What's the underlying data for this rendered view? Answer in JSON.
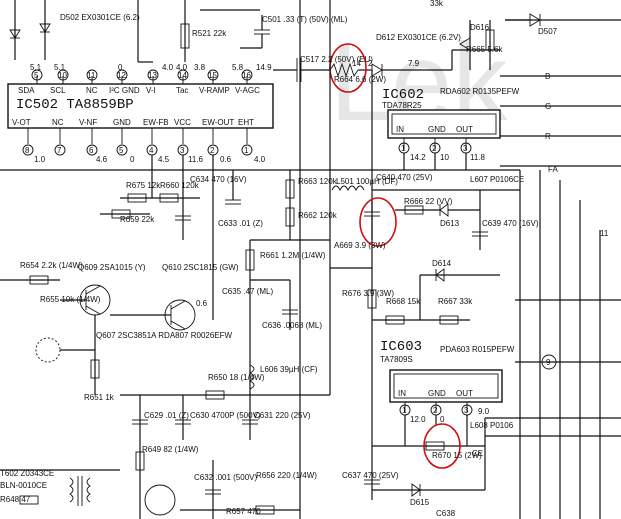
{
  "watermark": "Lek",
  "ic502": {
    "name": "IC502 TA8859BP",
    "top_pins": [
      {
        "num": "5",
        "label": "SDA",
        "volt": "5.1"
      },
      {
        "num": "10",
        "label": "SCL",
        "volt": "5.1"
      },
      {
        "num": "11",
        "label": "NC",
        "volt": ""
      },
      {
        "num": "12",
        "label": "I²C GND",
        "volt": "0"
      },
      {
        "num": "13",
        "label": "V-I",
        "volt": "4.0"
      },
      {
        "num": "14",
        "label": "Tac",
        "volt": "4.0"
      },
      {
        "num": "15",
        "label": "V-RAMP",
        "volt": "3.8"
      },
      {
        "num": "16",
        "label": "V-AGC",
        "volt": "5.8"
      }
    ],
    "bottom_pins": [
      {
        "num": "8",
        "label": "V-OT",
        "volt": "1.0"
      },
      {
        "num": "7",
        "label": "NC",
        "volt": ""
      },
      {
        "num": "6",
        "label": "V-NF",
        "volt": "4.6"
      },
      {
        "num": "5",
        "label": "GND",
        "volt": "0"
      },
      {
        "num": "4",
        "label": "EW-FB",
        "volt": "4.5"
      },
      {
        "num": "3",
        "label": "VCC",
        "volt": "11.6"
      },
      {
        "num": "2",
        "label": "EW-OUT",
        "volt": "0.6"
      },
      {
        "num": "1",
        "label": "EHT",
        "volt": "4.0"
      }
    ]
  },
  "ic602": {
    "name": "IC602",
    "part": "TDA78R25",
    "ref": "RDA602 R0135PEFW",
    "pins": [
      "IN",
      "GND",
      "OUT"
    ],
    "pin_nums": [
      "1",
      "2",
      "3"
    ],
    "volts": [
      "14.2",
      "10",
      "11.8"
    ]
  },
  "ic603": {
    "name": "IC603",
    "part": "TA7809S",
    "ref": "PDA603 R015PEFW",
    "pins": [
      "IN",
      "GND",
      "OUT"
    ],
    "pin_nums": [
      "1",
      "2",
      "3"
    ],
    "volts": [
      "12.0",
      "0",
      "9.0"
    ]
  },
  "components": {
    "d502": "D502 EX0301CE (6.2)",
    "c501": "C501 .33 (T) (50V) (ML)",
    "r521": "R521 22k",
    "c517": "C517 2.2 (50V) (EU)",
    "r664": "R664 6.6 (2W)",
    "d612": "D612 EX0301CE (6.2V)",
    "d616": "D616",
    "r665": "R665 5.6k",
    "d507": "D507",
    "r675": "R675 12k",
    "r660": "R660 120k",
    "c634": "C634 470 (16V)",
    "r659": "R659 22k",
    "c633": "C633 .01 (Z)",
    "r663": "R663 120k",
    "r662": "R662 120k",
    "l501": "L501 100µH (DF)",
    "c640": "C640 470 (25V)",
    "l607": "L607 P0106CE",
    "r666": "R666 22 (VV)",
    "d613": "D613",
    "c639": "C639 470 (16V)",
    "a669": "A669 3.9 (3W)",
    "d614": "D614",
    "r654": "R654 2.2k (1/4W)",
    "q609": "Q609 2SA1015 (Y)",
    "r655": "R655 10k (1/4W)",
    "q610": "Q610 2SC1815 (GW)",
    "r661": "R661 1.2M (1/4W)",
    "r676": "R676 3.9 (3W)",
    "r668": "R668 15k",
    "r667": "R667 33k",
    "q607": "Q607 2SC3851A RDA807 R0026EFW",
    "c635": "C635 .47 (ML)",
    "c636": "C636 .0068 (ML)",
    "r651": "R651 1k",
    "l606": "L606 39µH (CF)",
    "r650": "R650 18 (1/4W)",
    "c629": "C629 .01 (Z)",
    "c630": "C630 4700P (500V)",
    "c631": "C631 220 (25V)",
    "l608": "L608 P0106",
    "r670": "R670 15 (2W)",
    "r649": "R649 82 (1/4W)",
    "c632": "C632 .001 (500V)",
    "r656": "R656 220 (1/4W)",
    "r657": "R657 470",
    "c637": "C637 470 (25V)",
    "d615": "D615",
    "c638": "C638",
    "t602": "T602 Z0343CE",
    "bln": "BLN-0010CE",
    "r648": "R648 47"
  },
  "nodes": {
    "v_149": "14.9",
    "v_14": "14",
    "v_2": "2",
    "v_79": "7.9",
    "v_06": "0.6",
    "v_11": "11",
    "v_33k": "33k",
    "ce": "CE",
    "fa": "FA",
    "b": "B",
    "g": "G",
    "r": "R",
    "circ9": "9"
  }
}
